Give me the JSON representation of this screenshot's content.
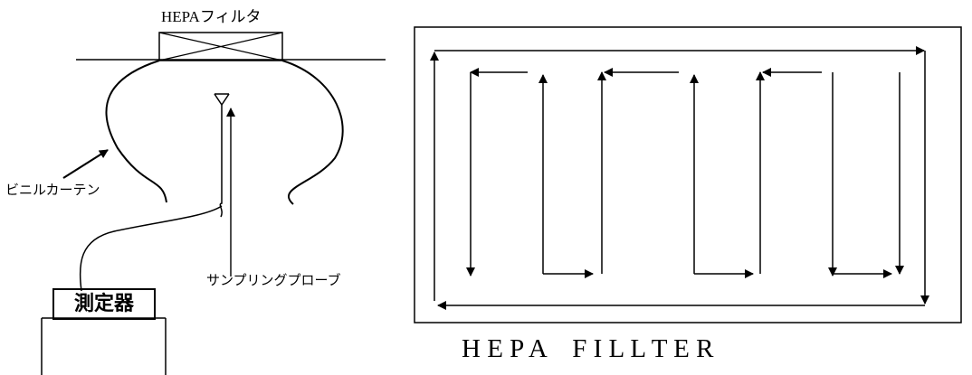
{
  "labels": {
    "hepa_filter": "HEPAフィルタ",
    "vinyl_curtain": "ビニルカーテン",
    "sampling_probe": "サンプリングプローブ",
    "meter": "測定器",
    "filter_caption": "H E P A    F I L L T E R"
  }
}
